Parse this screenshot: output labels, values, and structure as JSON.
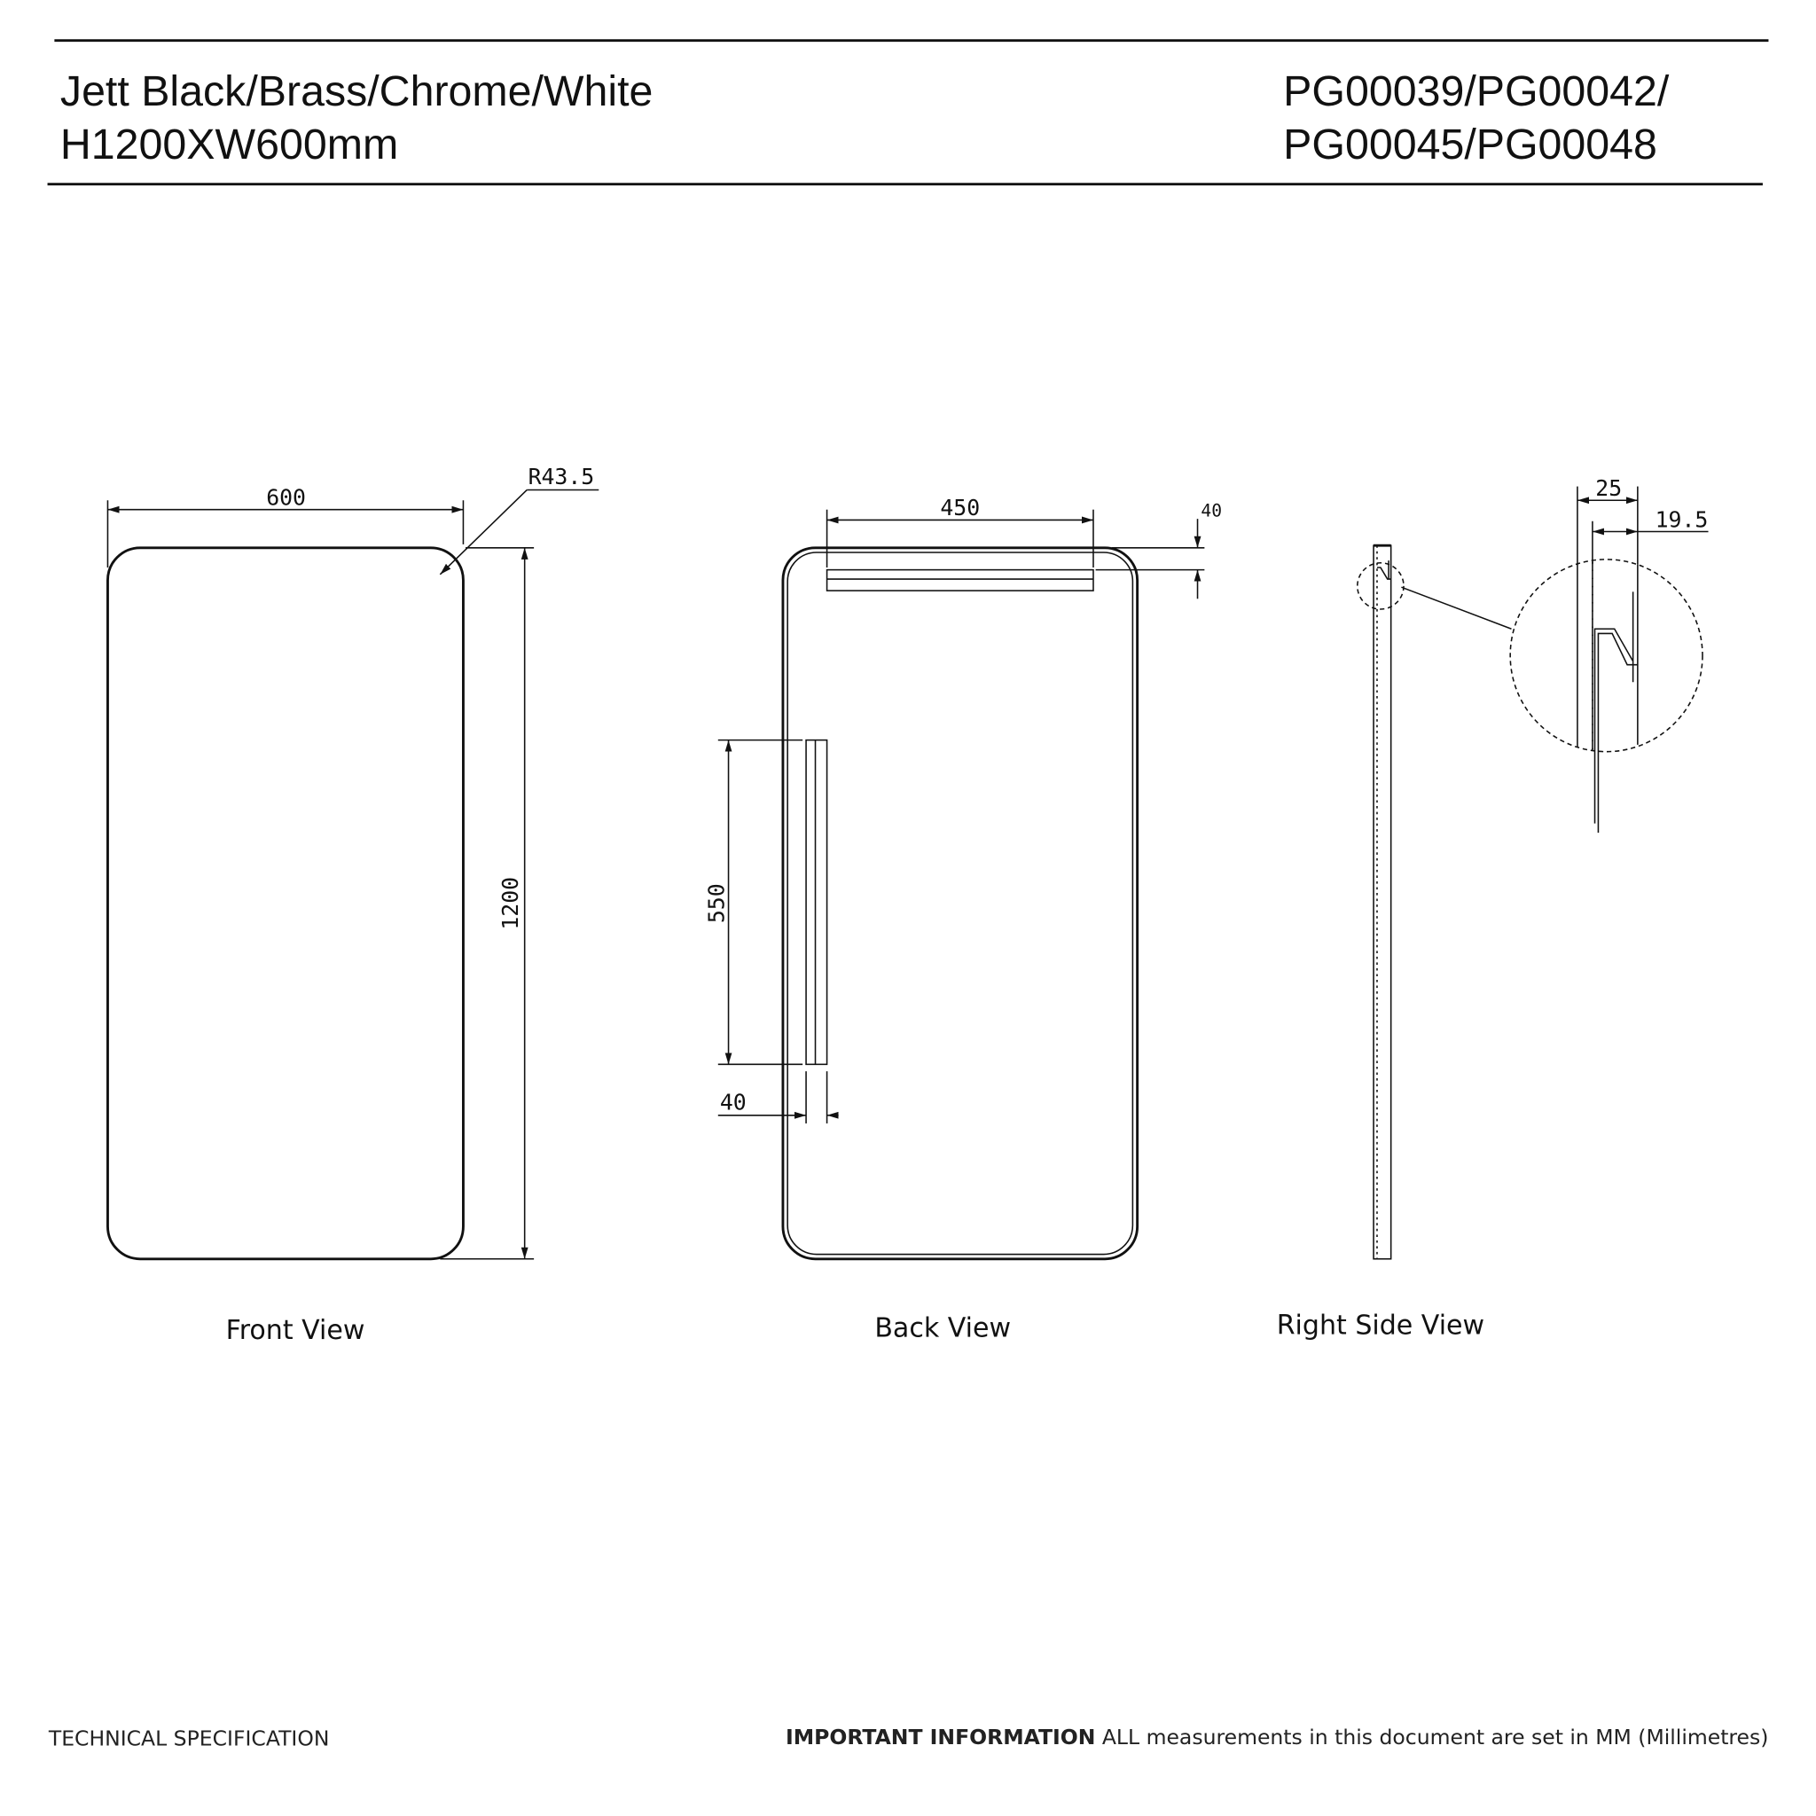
{
  "header": {
    "finishes": "Jett Black/Brass/Chrome/White",
    "size": "H1200XW600mm",
    "codes_line1": "PG00039/PG00042/",
    "codes_line2": "PG00045/PG00048"
  },
  "front_view": {
    "label": "Front View",
    "width": "600",
    "height": "1200",
    "radius": "R43.5"
  },
  "back_view": {
    "label": "Back View",
    "bar_length": "450",
    "bar_offset": "40",
    "side_bar_length": "550",
    "side_bar_offset": "40"
  },
  "side_view": {
    "label": "Right Side View",
    "depth": "25",
    "inner_depth": "19.5"
  },
  "footer": {
    "left": "TECHNICAL SPECIFICATION",
    "important": "IMPORTANT INFORMATION",
    "note": " ALL measurements in this document are set in MM (Millimetres)"
  }
}
